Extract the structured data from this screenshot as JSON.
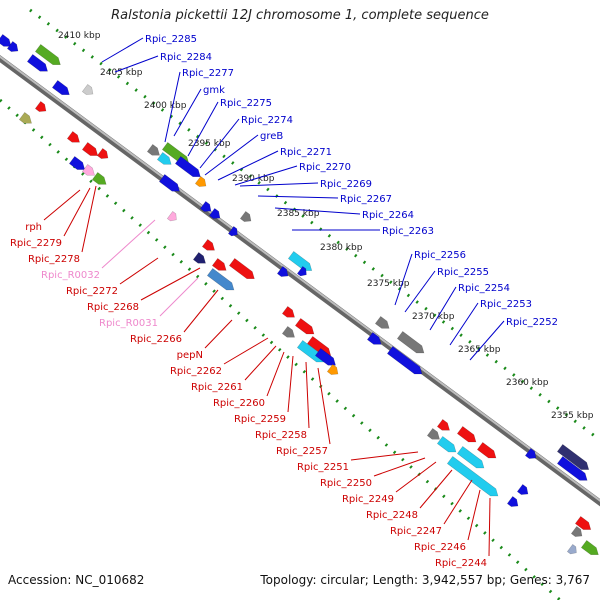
{
  "title": "Ralstonia pickettii 12J chromosome 1, complete sequence",
  "footer": {
    "accession": "Accession: NC_010682",
    "summary": "Topology: circular; Length: 3,942,557 bp; Genes: 3,767"
  },
  "colors": {
    "backbone": "#8c8c8c",
    "tick": "#1a8a1a",
    "label_blue": "#0000cc",
    "label_red": "#cc0000",
    "label_pink": "#ee88cc",
    "gene_blue": "#1010dd",
    "gene_red": "#ee1111",
    "gene_gray": "#777777",
    "gene_cyan": "#22ccee",
    "gene_green": "#55aa22",
    "gene_orange": "#ff9900",
    "gene_pink": "#ffaadd"
  },
  "kbp_ticks": [
    {
      "label": "2410 kbp"
    },
    {
      "label": "2405 kbp"
    },
    {
      "label": "2400 kbp"
    },
    {
      "label": "2395 kbp"
    },
    {
      "label": "2390 kbp"
    },
    {
      "label": "2385 kbp"
    },
    {
      "label": "2380 kbp"
    },
    {
      "label": "2375 kbp"
    },
    {
      "label": "2370 kbp"
    },
    {
      "label": "2365 kbp"
    },
    {
      "label": "2360 kbp"
    },
    {
      "label": "2355 kbp"
    }
  ],
  "genes_top": [
    {
      "label": "Rpic_2285"
    },
    {
      "label": "Rpic_2284"
    },
    {
      "label": "Rpic_2277"
    },
    {
      "label": "gmk"
    },
    {
      "label": "Rpic_2275"
    },
    {
      "label": "Rpic_2274"
    },
    {
      "label": "greB"
    },
    {
      "label": "Rpic_2271"
    },
    {
      "label": "Rpic_2270"
    },
    {
      "label": "Rpic_2269"
    },
    {
      "label": "Rpic_2267"
    },
    {
      "label": "Rpic_2264"
    },
    {
      "label": "Rpic_2263"
    },
    {
      "label": "Rpic_2256"
    },
    {
      "label": "Rpic_2255"
    },
    {
      "label": "Rpic_2254"
    },
    {
      "label": "Rpic_2253"
    },
    {
      "label": "Rpic_2252"
    }
  ],
  "genes_bottom": [
    {
      "label": "rph",
      "kind": "red"
    },
    {
      "label": "Rpic_2279",
      "kind": "red"
    },
    {
      "label": "Rpic_2278",
      "kind": "red"
    },
    {
      "label": "Rpic_R0032",
      "kind": "pink"
    },
    {
      "label": "Rpic_2272",
      "kind": "red"
    },
    {
      "label": "Rpic_2268",
      "kind": "red"
    },
    {
      "label": "Rpic_R0031",
      "kind": "pink"
    },
    {
      "label": "Rpic_2266",
      "kind": "red"
    },
    {
      "label": "pepN",
      "kind": "red"
    },
    {
      "label": "Rpic_2262",
      "kind": "red"
    },
    {
      "label": "Rpic_2261",
      "kind": "red"
    },
    {
      "label": "Rpic_2260",
      "kind": "red"
    },
    {
      "label": "Rpic_2259",
      "kind": "red"
    },
    {
      "label": "Rpic_2258",
      "kind": "red"
    },
    {
      "label": "Rpic_2257",
      "kind": "red"
    },
    {
      "label": "Rpic_2251",
      "kind": "red"
    },
    {
      "label": "Rpic_2250",
      "kind": "red"
    },
    {
      "label": "Rpic_2249",
      "kind": "red"
    },
    {
      "label": "Rpic_2248",
      "kind": "red"
    },
    {
      "label": "Rpic_2247",
      "kind": "red"
    },
    {
      "label": "Rpic_2246",
      "kind": "red"
    },
    {
      "label": "Rpic_2244",
      "kind": "red"
    }
  ]
}
